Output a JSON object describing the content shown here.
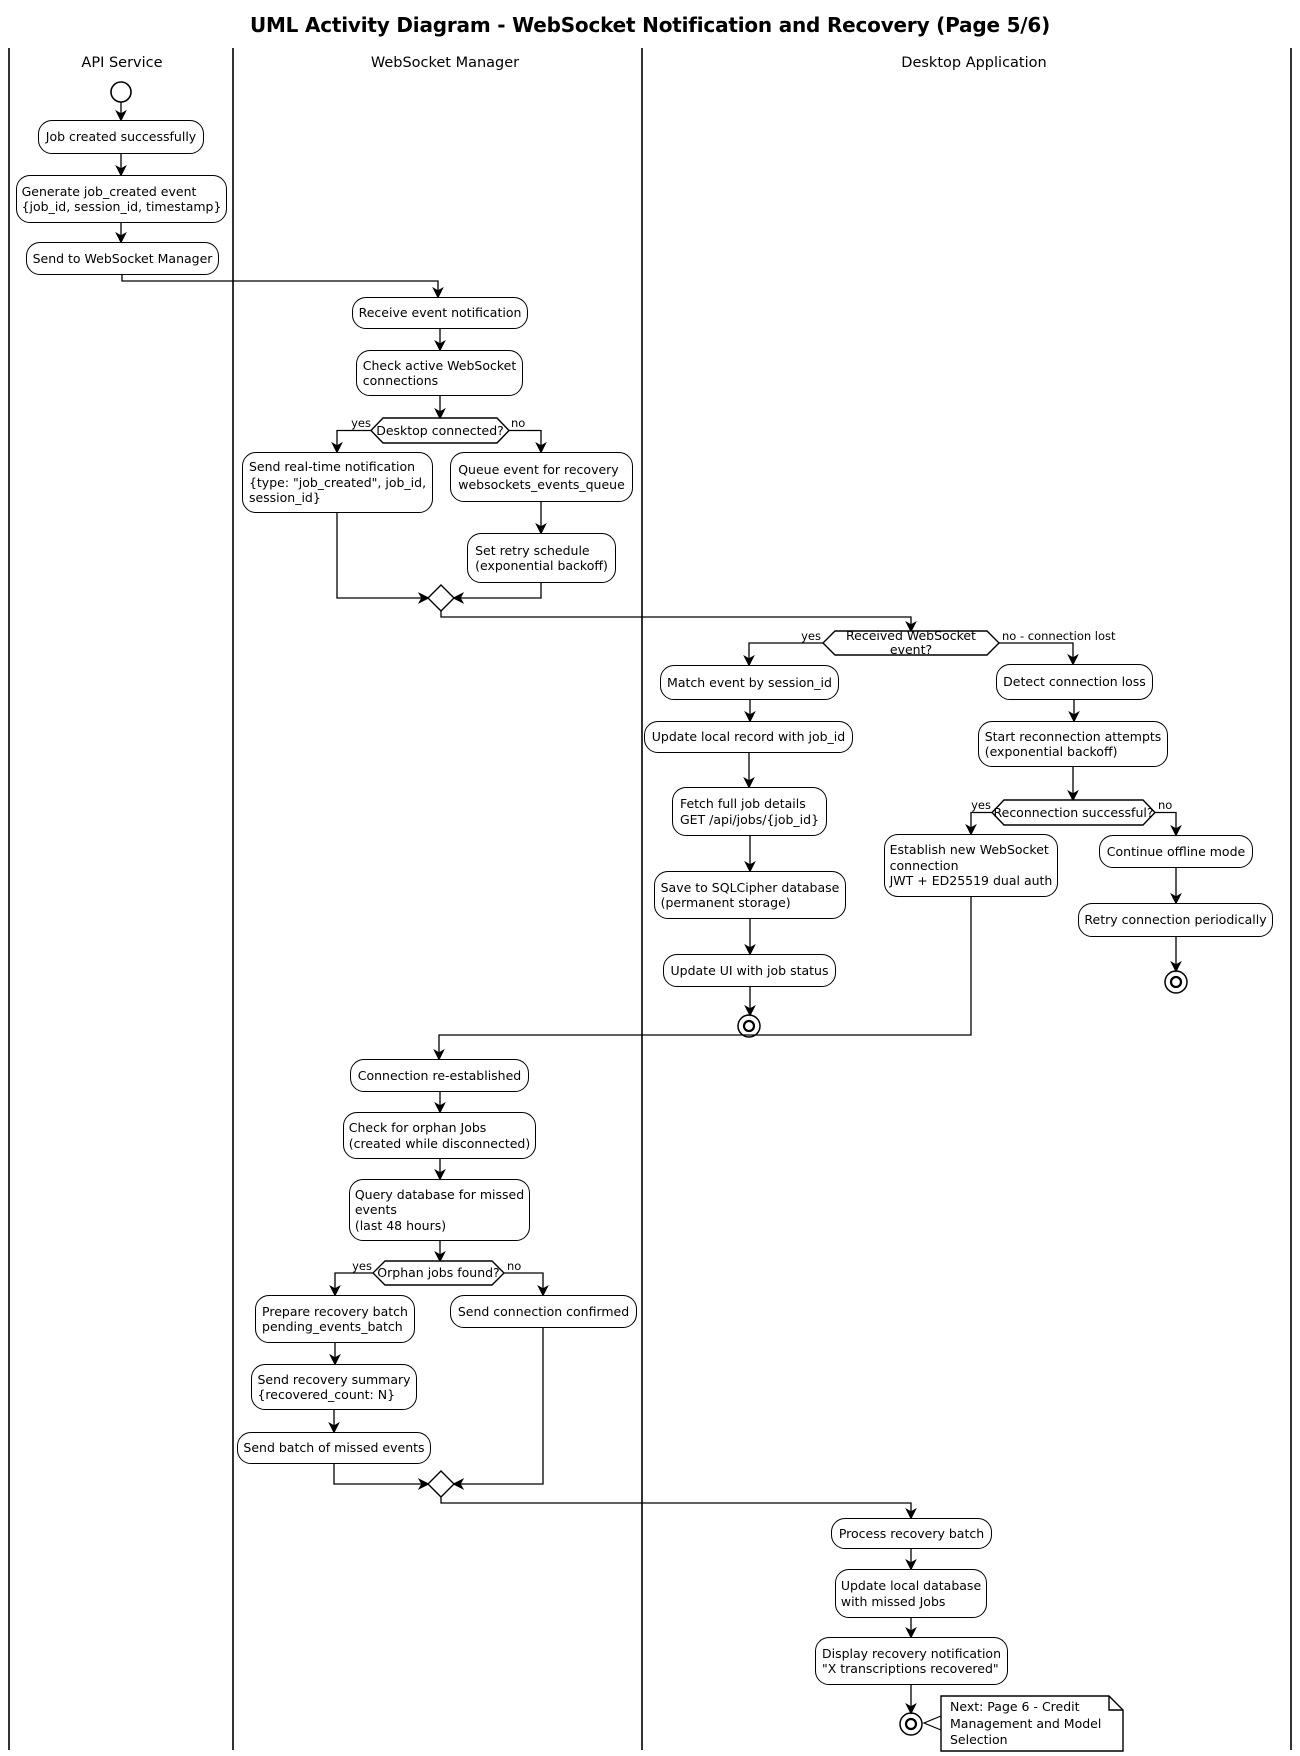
{
  "title": "UML Activity Diagram - WebSocket Notification and Recovery (Page 5/6)",
  "lanes": {
    "api": "API Service",
    "wsm": "WebSocket Manager",
    "desktop": "Desktop Application"
  },
  "edge_labels": {
    "yes": "yes",
    "no": "no",
    "no_connection_lost": "no - connection lost"
  },
  "nodes": {
    "a2": {
      "label": "Job created successfully"
    },
    "a3": {
      "label": "Generate job_created event\n{job_id, session_id, timestamp}"
    },
    "a4": {
      "label": "Send to WebSocket Manager"
    },
    "w1": {
      "label": "Receive event notification"
    },
    "w2": {
      "label": "Check active WebSocket\nconnections"
    },
    "w3": {
      "label": "Desktop connected?"
    },
    "w4": {
      "label": "Send real-time notification\n{type: \"job_created\", job_id,\nsession_id}"
    },
    "w5": {
      "label": "Queue event for recovery\nwebsockets_events_queue"
    },
    "w6": {
      "label": "Set retry schedule\n(exponential backoff)"
    },
    "w8": {
      "label": "Connection re-established"
    },
    "w9": {
      "label": "Check for orphan Jobs\n(created while disconnected)"
    },
    "w10": {
      "label": "Query database for missed\nevents\n(last 48 hours)"
    },
    "w11": {
      "label": "Orphan jobs found?"
    },
    "w12": {
      "label": "Prepare recovery batch\npending_events_batch"
    },
    "w13": {
      "label": "Send connection confirmed"
    },
    "w14": {
      "label": "Send recovery summary\n{recovered_count: N}"
    },
    "w15": {
      "label": "Send batch of missed events"
    },
    "d1": {
      "label": "Received WebSocket event?"
    },
    "d2": {
      "label": "Match event by session_id"
    },
    "d3": {
      "label": "Update local record with job_id"
    },
    "d4": {
      "label": "Fetch full job details\nGET /api/jobs/{job_id}"
    },
    "d5": {
      "label": "Save to SQLCipher database\n(permanent storage)"
    },
    "d6": {
      "label": "Update UI with job status"
    },
    "d7": {
      "label": "Detect connection loss"
    },
    "d8": {
      "label": "Start reconnection attempts\n(exponential backoff)"
    },
    "d9": {
      "label": "Reconnection successful?"
    },
    "d10": {
      "label": "Establish new WebSocket\nconnection\nJWT + ED25519 dual auth"
    },
    "d11": {
      "label": "Continue offline mode"
    },
    "d12": {
      "label": "Retry connection periodically"
    },
    "d13": {
      "label": "Process recovery batch"
    },
    "d14": {
      "label": "Update local database\nwith missed Jobs"
    },
    "d15": {
      "label": "Display recovery notification\n\"X transcriptions recovered\""
    }
  },
  "note": {
    "label": "Next: Page 6 - Credit\nManagement and Model\nSelection"
  },
  "colors": {
    "stroke": "#000000",
    "background": "#ffffff"
  }
}
